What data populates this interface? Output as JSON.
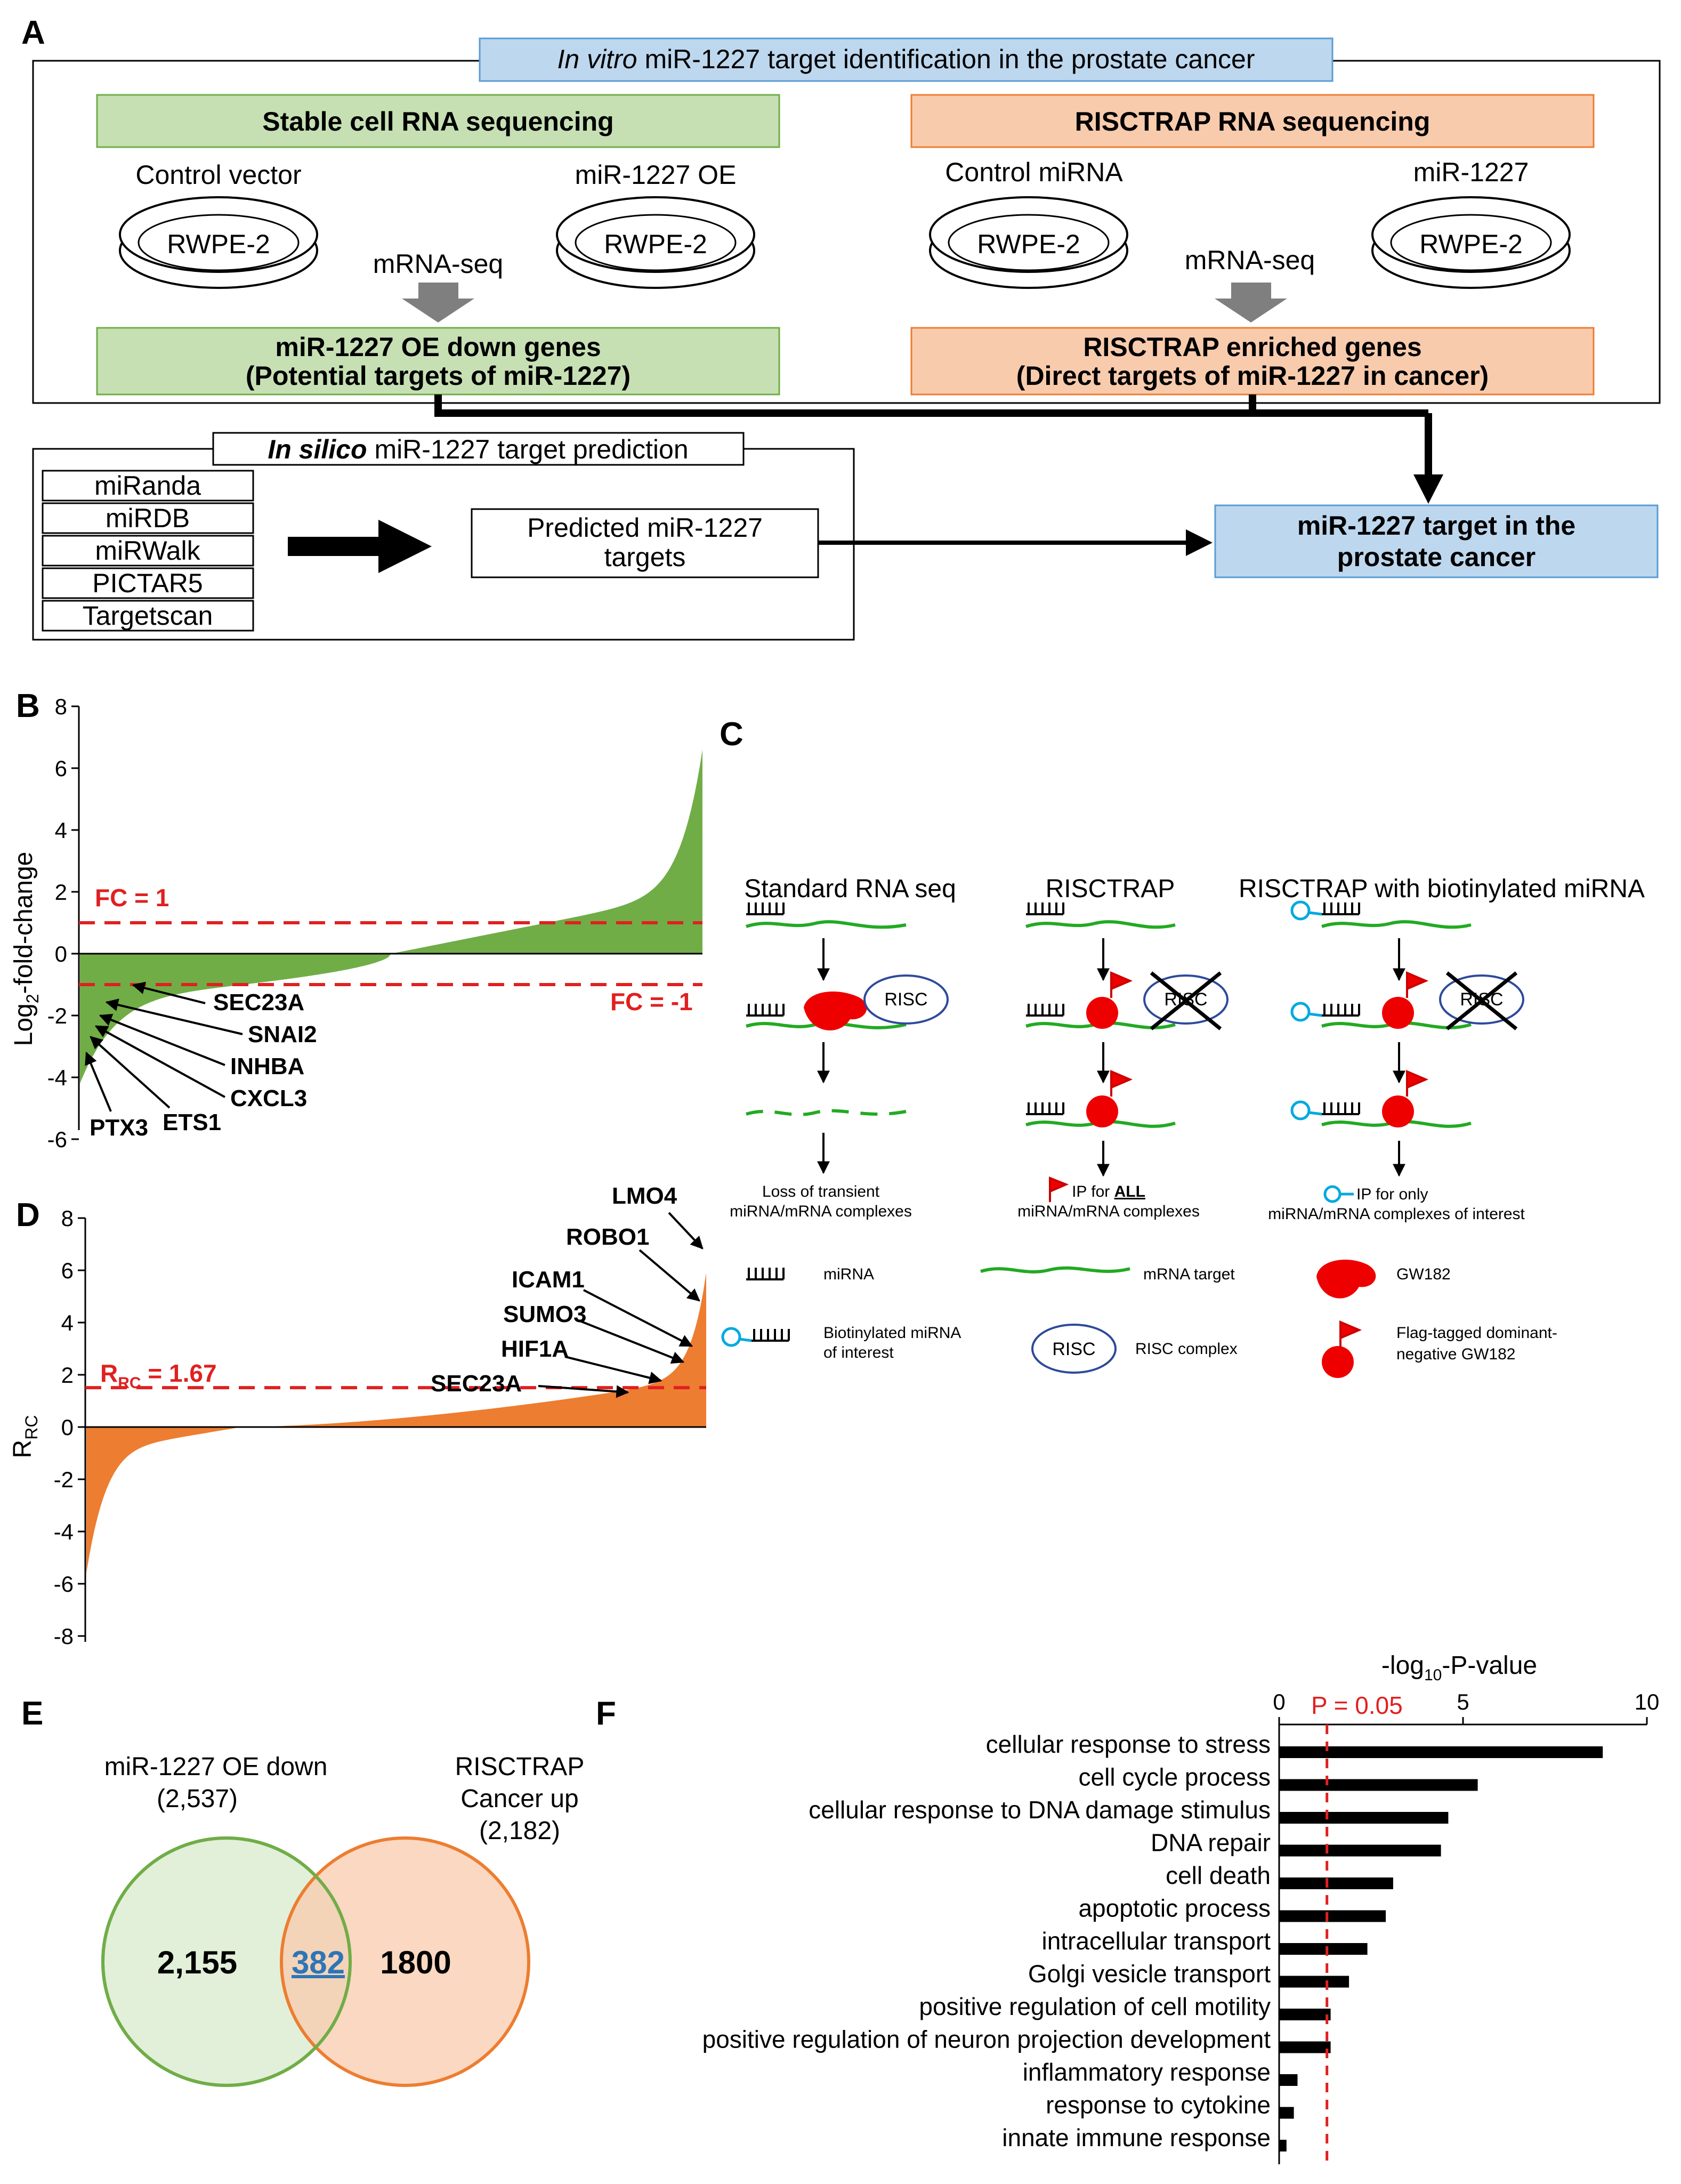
{
  "panels": {
    "a": "A",
    "b": "B",
    "c": "C",
    "d": "D",
    "e": "E",
    "f": "F"
  },
  "colors": {
    "green_fill": "#c6e0b4",
    "green_stroke": "#70ad47",
    "orange_fill": "#f8cbad",
    "orange_stroke": "#ed7d31",
    "blue_fill": "#bdd7ee",
    "blue_stroke": "#5b9bd5",
    "bar_green": "#70ad47",
    "bar_orange": "#ed7d31",
    "red_line": "#e02020",
    "venn_num": "#2e75b6"
  },
  "panel_a": {
    "title_italic": "In vitro",
    "title_rest": " miR-1227 target identification in the prostate cancer",
    "stable": {
      "header": "Stable cell RNA sequencing",
      "left_label": "Control vector",
      "right_label": "miR-1227 OE",
      "dish": "RWPE-2",
      "seq": "mRNA-seq",
      "result_line1": "miR-1227 OE down genes",
      "result_line2": "(Potential targets of miR-1227)"
    },
    "risctrap": {
      "header": "RISCTRAP  RNA  sequencing",
      "left_label": "Control miRNA",
      "right_label": "miR-1227",
      "dish": "RWPE-2",
      "seq": "mRNA-seq",
      "result_line1": "RISCTRAP  enriched genes",
      "result_line2": "(Direct targets of miR-1227 in cancer)"
    },
    "insilico": {
      "title_italic": "In silico",
      "title_rest": " miR-1227 target prediction",
      "tools": [
        "miRanda",
        "miRDB",
        "miRWalk",
        "PICTAR5",
        "Targetscan"
      ],
      "predicted_line1": "Predicted miR-1227",
      "predicted_line2": "targets"
    },
    "final_line1": "miR-1227 target in the",
    "final_line2": "prostate cancer"
  },
  "panel_b": {
    "y_label": "Log2-fold-change",
    "y_ticks": [
      "8",
      "6",
      "4",
      "2",
      "0",
      "-2",
      "-4",
      "-6"
    ],
    "fc_pos": "FC = 1",
    "fc_neg": "FC = -1",
    "genes": [
      "SEC23A",
      "SNAI2",
      "INHBA",
      "CXCL3",
      "ETS1",
      "PTX3"
    ]
  },
  "panel_c": {
    "col1": "Standard RNA seq",
    "col2": "RISCTRAP",
    "col3": "RISCTRAP with biotinylated miRNA",
    "risc": "RISC",
    "cap1_line1": "Loss of transient",
    "cap1_line2": "miRNA/mRNA  complexes",
    "cap2_pre": "IP for ",
    "cap2_bold": "ALL",
    "cap2_line2": "miRNA/mRNA  complexes",
    "cap3_line1": "IP for only",
    "cap3_line2": "miRNA/mRNA   complexes of interest",
    "legend": {
      "mirna": "miRNA",
      "mrna": "mRNA  target",
      "gw182": "GW182",
      "biotin_line1": "Biotinylated miRNA",
      "biotin_line2": "of interest",
      "risc_complex": "RISC complex",
      "flag_line1": "Flag-tagged dominant-",
      "flag_line2": "negative GW182"
    }
  },
  "panel_d": {
    "y_label_main": "R",
    "y_label_sub": "RC",
    "y_ticks": [
      "8",
      "6",
      "4",
      "2",
      "0",
      "-2",
      "-4",
      "-6",
      "-8"
    ],
    "thr_main": "R",
    "thr_sub": "RC",
    "thr_value": " = 1.67",
    "genes": [
      "LMO4",
      "ROBO1",
      "ICAM1",
      "SUMO3",
      "HIF1A",
      "SEC23A"
    ]
  },
  "panel_e": {
    "left_label": "miR-1227 OE down",
    "left_count": "(2,537)",
    "right_label1": "RISCTRAP",
    "right_label2": "Cancer up",
    "right_count": "(2,182)",
    "left_only": "2,155",
    "overlap": "382",
    "right_only": "1800"
  },
  "chart_data": {
    "type": "bar",
    "orientation": "horizontal",
    "title": "-log10-P-value",
    "xlim": [
      0,
      10
    ],
    "x_ticks": [
      0,
      5,
      10
    ],
    "threshold_label": "P = 0.05",
    "threshold_value": 1.3,
    "categories": [
      "cellular response to stress",
      "cell cycle process",
      "cellular response to DNA damage stimulus",
      "DNA  repair",
      "cell death",
      "apoptotic process",
      "intracellular transport",
      "Golgi  vesicle transport",
      "positive  regulation of cell motility",
      "positive  regulation of neuron projection development",
      "inflammatory response",
      "response to cytokine",
      "innate immune response"
    ],
    "values": [
      8.8,
      5.4,
      4.6,
      4.4,
      3.1,
      2.9,
      2.4,
      1.9,
      1.4,
      1.4,
      0.5,
      0.4,
      0.2
    ]
  }
}
